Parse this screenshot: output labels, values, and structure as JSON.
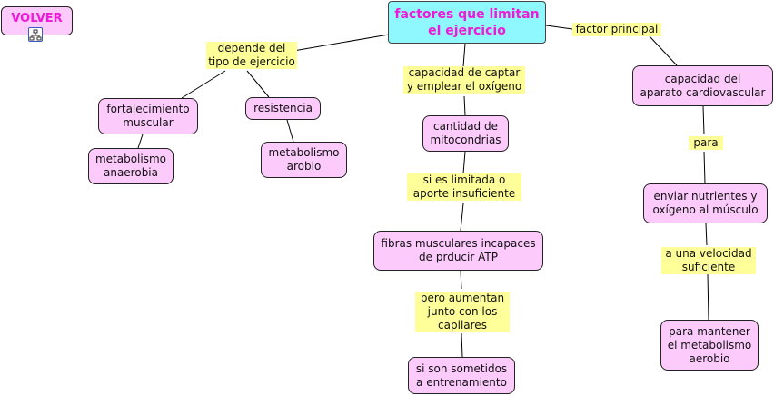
{
  "back": {
    "label": "VOLVER",
    "icon": "concept-map-icon"
  },
  "nodes": {
    "main": "factores que limitan\nel ejercicio",
    "fortalecimiento": "fortalecimiento\nmuscular",
    "resistencia": "resistencia",
    "anaerobia": "metabolismo\nanaerobia",
    "arobio": "metabolismo\narobio",
    "mitocondrias": "cantidad de\nmitocondrias",
    "fibras": "fibras musculares incapaces\nde prducir ATP",
    "entrenamiento": "si son sometidos\na entrenamiento",
    "cardio": "capacidad del\naparato cardiovascular",
    "nutrientes": "enviar nutrientes y\noxígeno al músculo",
    "mantener": "para mantener\nel metabolismo\naerobio"
  },
  "links": {
    "depende": "depende del\ntipo de ejercicio",
    "captar": "capacidad de captar\ny emplear el oxígeno",
    "factor": "factor principal",
    "limitada": "si es limitada o\naporte insuficiente",
    "aumentan": "pero aumentan\njunto con los\ncapilares",
    "para": "para",
    "velocidad": "a una velocidad\nsuficiente"
  }
}
